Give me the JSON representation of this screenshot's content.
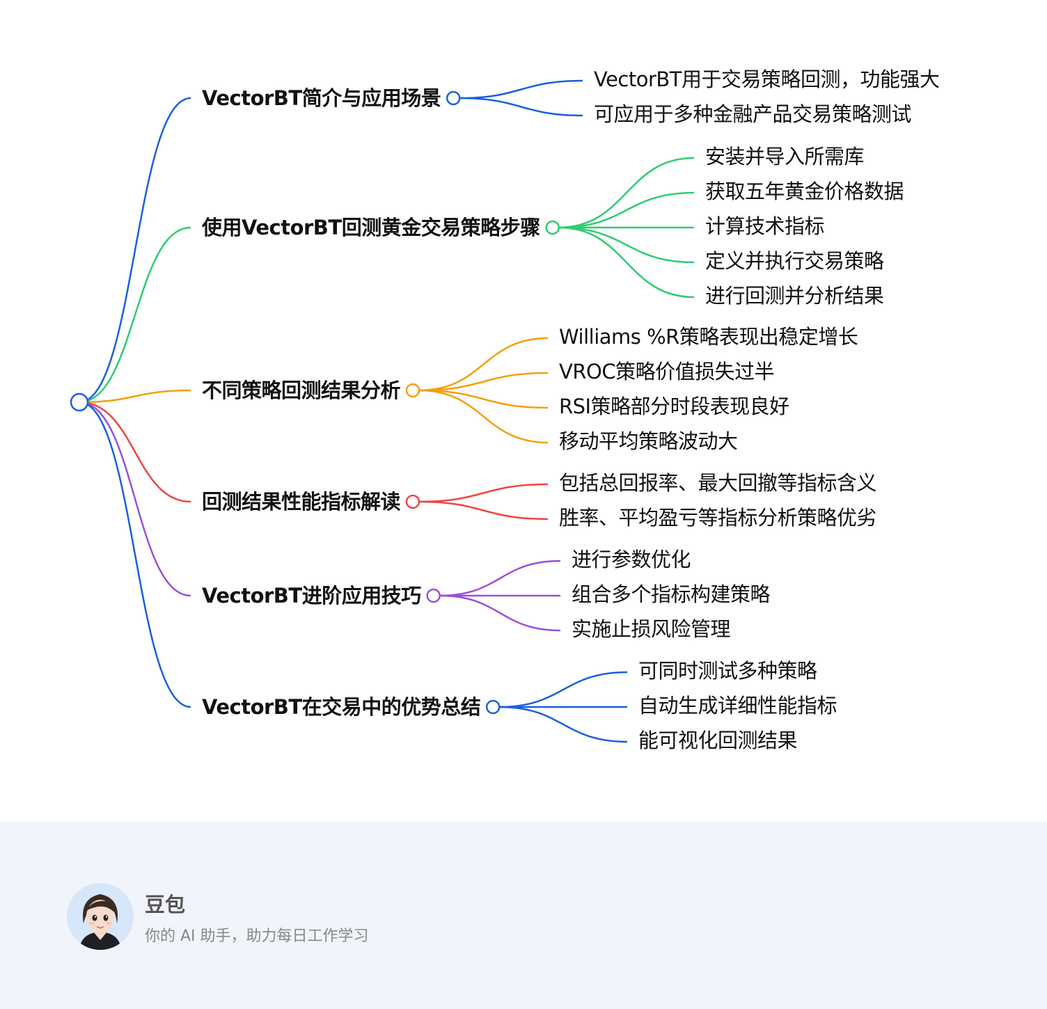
{
  "mindmap": {
    "root": {
      "color": "#1a5fe0"
    },
    "branches": [
      {
        "label": "VectorBT简介与应用场景",
        "color": "#1a5fe0",
        "children": [
          "VectorBT用于交易策略回测，功能强大",
          "可应用于多种金融产品交易策略测试"
        ]
      },
      {
        "label": "使用VectorBT回测黄金交易策略步骤",
        "color": "#2ecc71",
        "children": [
          "安装并导入所需库",
          "获取五年黄金价格数据",
          "计算技术指标",
          "定义并执行交易策略",
          "进行回测并分析结果"
        ]
      },
      {
        "label": "不同策略回测结果分析",
        "color": "#f59e0b",
        "children": [
          "Williams %R策略表现出稳定增长",
          "VROC策略价值损失过半",
          "RSI策略部分时段表现良好",
          "移动平均策略波动大"
        ]
      },
      {
        "label": "回测结果性能指标解读",
        "color": "#ef4444",
        "children": [
          "包括总回报率、最大回撤等指标含义",
          "胜率、平均盈亏等指标分析策略优劣"
        ]
      },
      {
        "label": "VectorBT进阶应用技巧",
        "color": "#9b4fdc",
        "children": [
          "进行参数优化",
          "组合多个指标构建策略",
          "实施止损风险管理"
        ]
      },
      {
        "label": "VectorBT在交易中的优势总结",
        "color": "#1a5fe0",
        "children": [
          "可同时测试多种策略",
          "自动生成详细性能指标",
          "能可视化回测结果"
        ]
      }
    ]
  },
  "footer": {
    "name": "豆包",
    "tagline": "你的 AI 助手，助力每日工作学习",
    "avatar_icon": "girl-avatar-icon"
  }
}
